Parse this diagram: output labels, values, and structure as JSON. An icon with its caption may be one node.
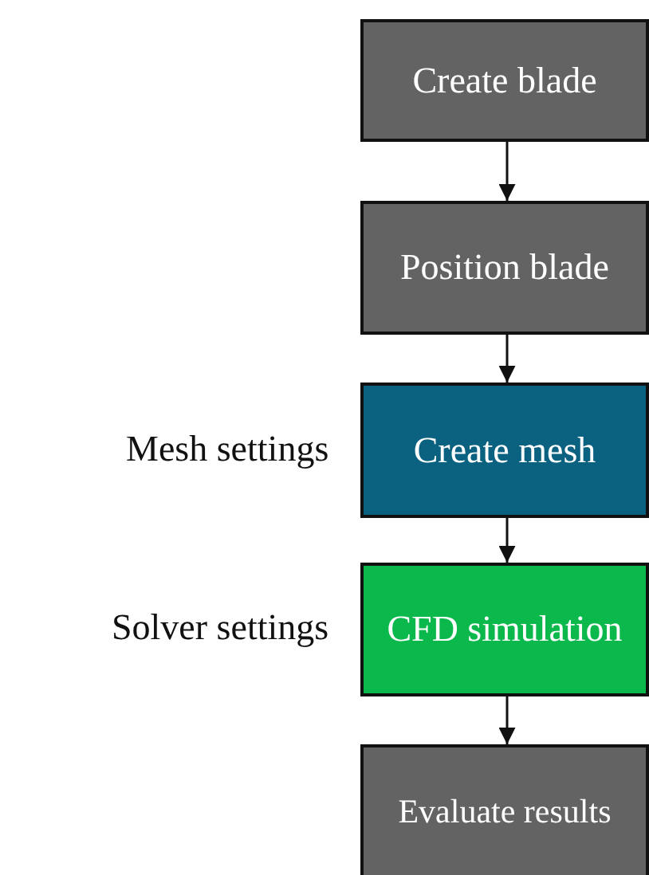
{
  "diagram": {
    "nodes": [
      {
        "text": [
          "Create blade"
        ]
      },
      {
        "text": [
          "Position blade"
        ]
      },
      {
        "text": [
          "Create mesh"
        ],
        "beside": [
          "Mesh settings"
        ]
      },
      {
        "text": [
          "CFD simulation"
        ],
        "beside": [
          "Solver settings"
        ]
      },
      {
        "text": [
          "Evaluate results"
        ]
      }
    ],
    "edges": [
      {
        "from": 0,
        "to": 1,
        "arrow": "to"
      },
      {
        "from": 1,
        "to": 2,
        "arrow": "to"
      },
      {
        "from": 2,
        "to": 3,
        "arrow": "to"
      },
      {
        "from": 3,
        "to": 4,
        "arrow": "to"
      }
    ]
  }
}
